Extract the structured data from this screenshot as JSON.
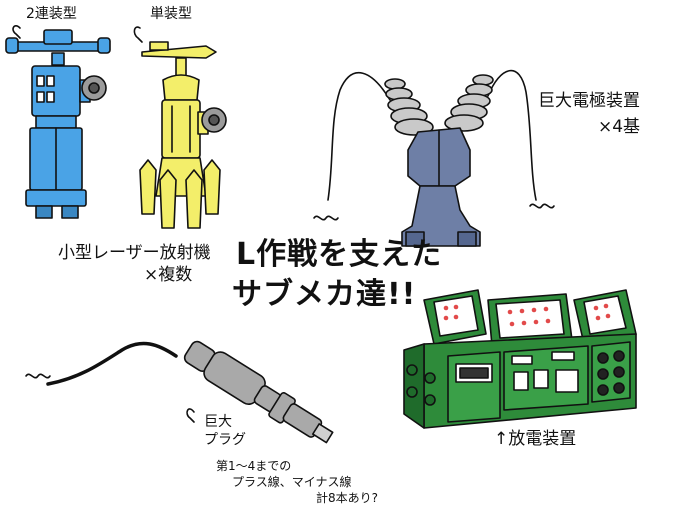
{
  "colors": {
    "ink": "#111111",
    "robot_blue": "#4aa3e6",
    "robot_yellow": "#f3ee6a",
    "electrode_slate": "#6e7fa6",
    "machine_green": "#2e8b3a",
    "plug_gray": "#a9a9a9"
  },
  "labels": {
    "twin_type": "2連装型",
    "single_type": "単装型",
    "small_laser": "小型レーザー放射機",
    "multiple": "×複数",
    "giant_electrode": "巨大電極装置",
    "four_units": "×4基",
    "headline_1": "L作戦を支えた",
    "headline_2": "サブメカ達!!",
    "giant_plug_1": "巨大",
    "giant_plug_2": "プラグ",
    "plug_note_1": "第1〜4までの",
    "plug_note_2": "プラス線、マイナス線",
    "plug_note_3": "計8本あり?",
    "discharge_device": "↑放電装置"
  },
  "icons": {
    "twin_type_arrow": "hooked-arrow-icon",
    "single_type_arrow": "hooked-arrow-icon",
    "plug_arrow": "hooked-arrow-icon",
    "electrode_cable_end_left": "squiggle-icon",
    "electrode_cable_end_right": "squiggle-icon",
    "plug_cable_end": "squiggle-icon"
  }
}
